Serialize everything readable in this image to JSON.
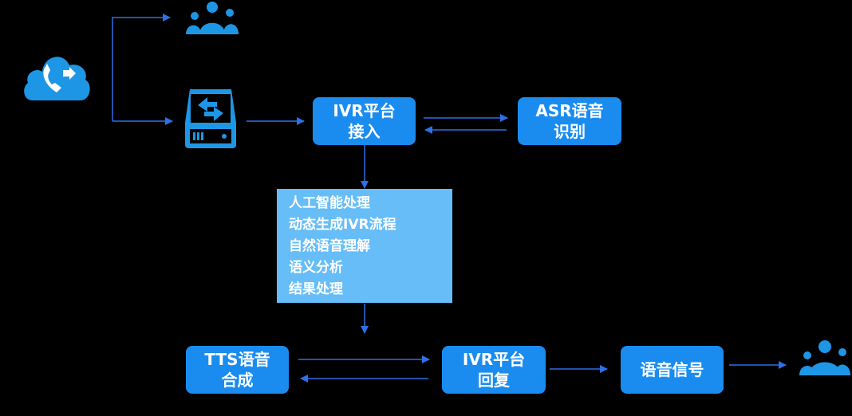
{
  "nodes": {
    "ivr_access": {
      "line1": "IVR平台",
      "line2": "接入"
    },
    "asr": {
      "line1": "ASR语音",
      "line2": "识别"
    },
    "tts": {
      "line1": "TTS语音",
      "line2": "合成"
    },
    "ivr_reply": {
      "line1": "IVR平台",
      "line2": "回复"
    },
    "voice_signal": {
      "line1": "语音信号"
    }
  },
  "processing": {
    "items": [
      "人工智能处理",
      "动态生成IVR流程",
      "自然语音理解",
      "语义分析",
      "结果处理"
    ]
  },
  "icons": {
    "cloud_phone": "cloud-phone-icon",
    "users_top": "users-group-icon",
    "server": "server-switch-icon",
    "users_bottom": "users-group-icon"
  },
  "colors": {
    "box": "#1a8cf0",
    "process_box": "#66bdf7",
    "arrow": "#2f6fe8",
    "icon": "#1e96e6"
  }
}
